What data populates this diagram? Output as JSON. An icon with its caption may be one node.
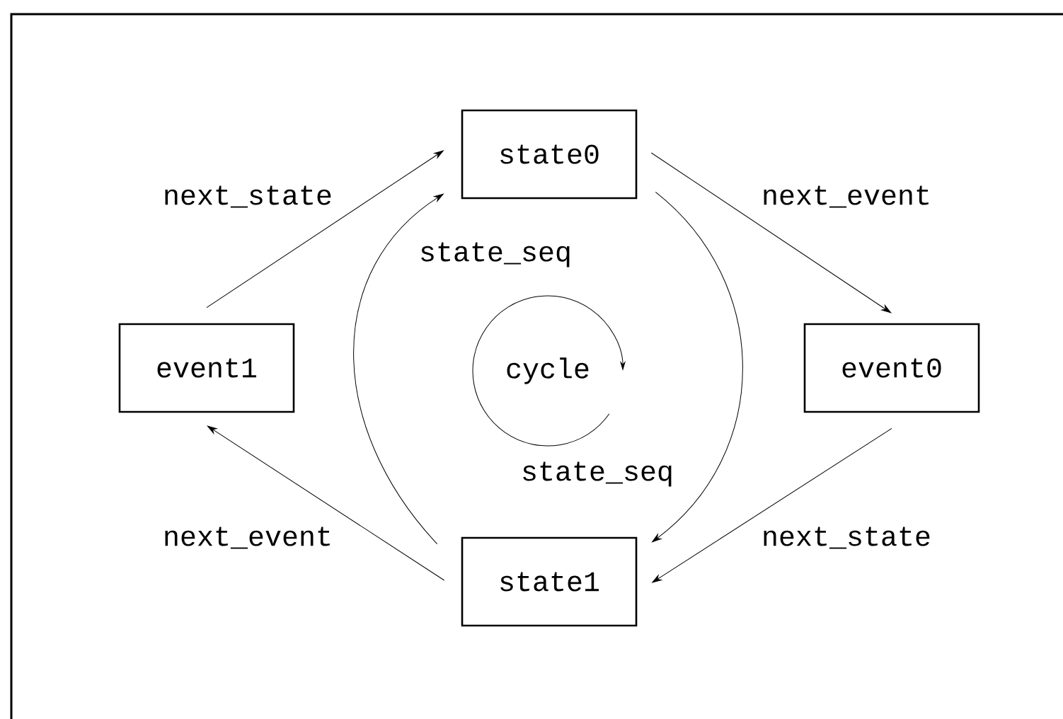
{
  "diagram": {
    "nodes": [
      {
        "text": [
          "state0"
        ]
      },
      {
        "text": [
          "event1"
        ]
      },
      {
        "text": [
          "event0"
        ]
      },
      {
        "text": [
          "state1"
        ]
      }
    ],
    "edges": [
      {
        "from": 1,
        "to": 0,
        "arrow": "to",
        "label": "next_state"
      },
      {
        "from": 0,
        "to": 2,
        "arrow": "to",
        "label": "next_event"
      },
      {
        "from": 2,
        "to": 3,
        "arrow": "to",
        "label": "next_state"
      },
      {
        "from": 3,
        "to": 1,
        "arrow": "to",
        "label": "next_event"
      },
      {
        "from": 3,
        "to": 0,
        "arrow": "to",
        "label": "state_seq"
      },
      {
        "from": 0,
        "to": 3,
        "arrow": "to",
        "label": "state_seq"
      }
    ],
    "labels": [
      "cycle"
    ]
  }
}
